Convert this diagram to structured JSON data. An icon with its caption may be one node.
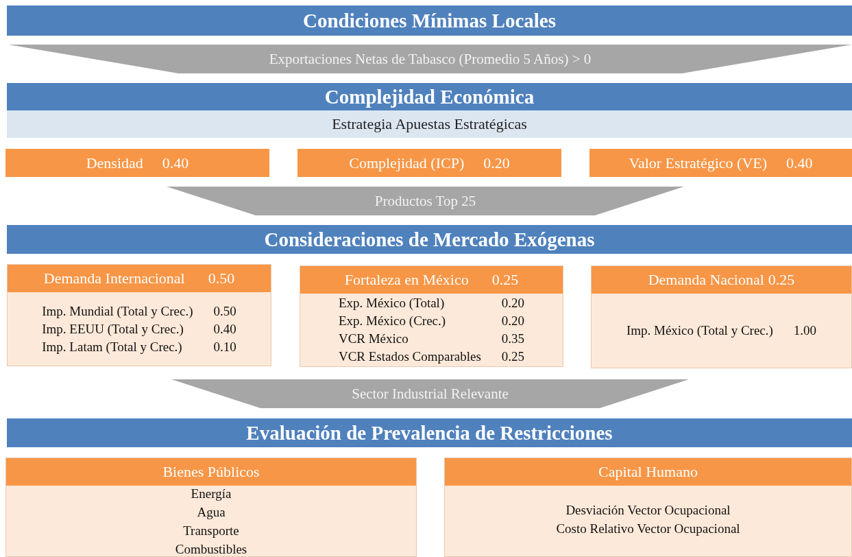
{
  "diagram": {
    "nodes": [
      {
        "text": [
          "Condiciones Mínimas Locales"
        ]
      },
      {
        "text": [
          "Exportaciones Netas de Tabasco (Promedio 5 Años) > 0"
        ]
      },
      {
        "text": [
          "Complejidad Económica"
        ]
      },
      {
        "text": [
          "Estrategia Apuestas Estratégicas"
        ]
      },
      {
        "text": [
          "Densidad",
          "0.40"
        ]
      },
      {
        "text": [
          "Complejidad (ICP)",
          "0.20"
        ]
      },
      {
        "text": [
          "Valor Estratégico (VE)",
          "0.40"
        ]
      },
      {
        "text": [
          "Productos Top 25"
        ]
      },
      {
        "text": [
          "Consideraciones de Mercado Exógenas"
        ]
      },
      {
        "text": [
          "Demanda Internacional",
          "0.50",
          "Imp. Mundial (Total y Crec.)",
          "0.50",
          "Imp. EEUU (Total y Crec.)",
          "0.40",
          "Imp. Latam (Total y Crec.)",
          "0.10"
        ]
      },
      {
        "text": [
          "Fortaleza en México",
          "0.25",
          "Exp. México (Total)",
          "0.20",
          "Exp. México (Crec.)",
          "0.20",
          "VCR México",
          "0.35",
          "VCR Estados Comparables",
          "0.25"
        ]
      },
      {
        "text": [
          "Demanda Nacional",
          "0.25",
          "Imp. México (Total y Crec.)",
          "1.00"
        ]
      },
      {
        "text": [
          "Sector Industrial Relevante"
        ]
      },
      {
        "text": [
          "Evaluación de Prevalencia de Restricciones"
        ]
      },
      {
        "text": [
          "Bienes Públicos",
          "Energía",
          "Agua",
          "Transporte",
          "Combustibles"
        ]
      },
      {
        "text": [
          "Capital Humano",
          "Desviación Vector Ocupacional",
          "Costo Relativo Vector Ocupacional"
        ]
      }
    ]
  }
}
